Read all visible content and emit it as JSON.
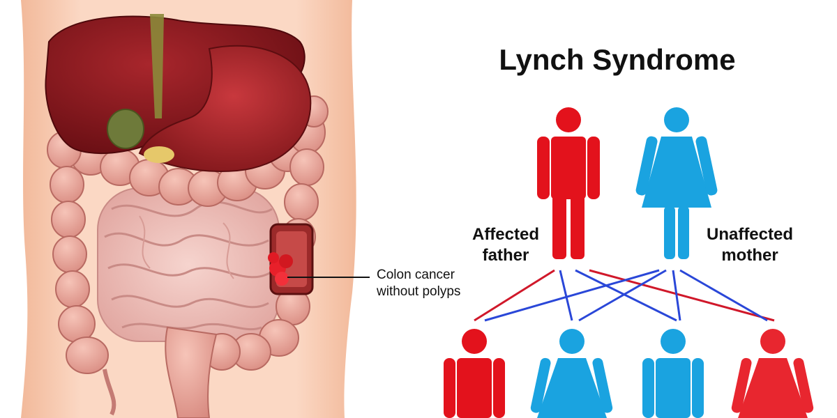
{
  "title": "Lynch Syndrome",
  "parents": {
    "father_label_line1": "Affected",
    "father_label_line2": "father",
    "mother_label_line1": "Unaffected",
    "mother_label_line2": "mother"
  },
  "callout": {
    "line1": "Colon cancer",
    "line2": "without polyps"
  },
  "colors": {
    "affected": "#e3121c",
    "affected_light": "#e8262f",
    "unaffected": "#1aa3e0",
    "line_red": "#d0182a",
    "line_blue": "#2a47d8"
  }
}
